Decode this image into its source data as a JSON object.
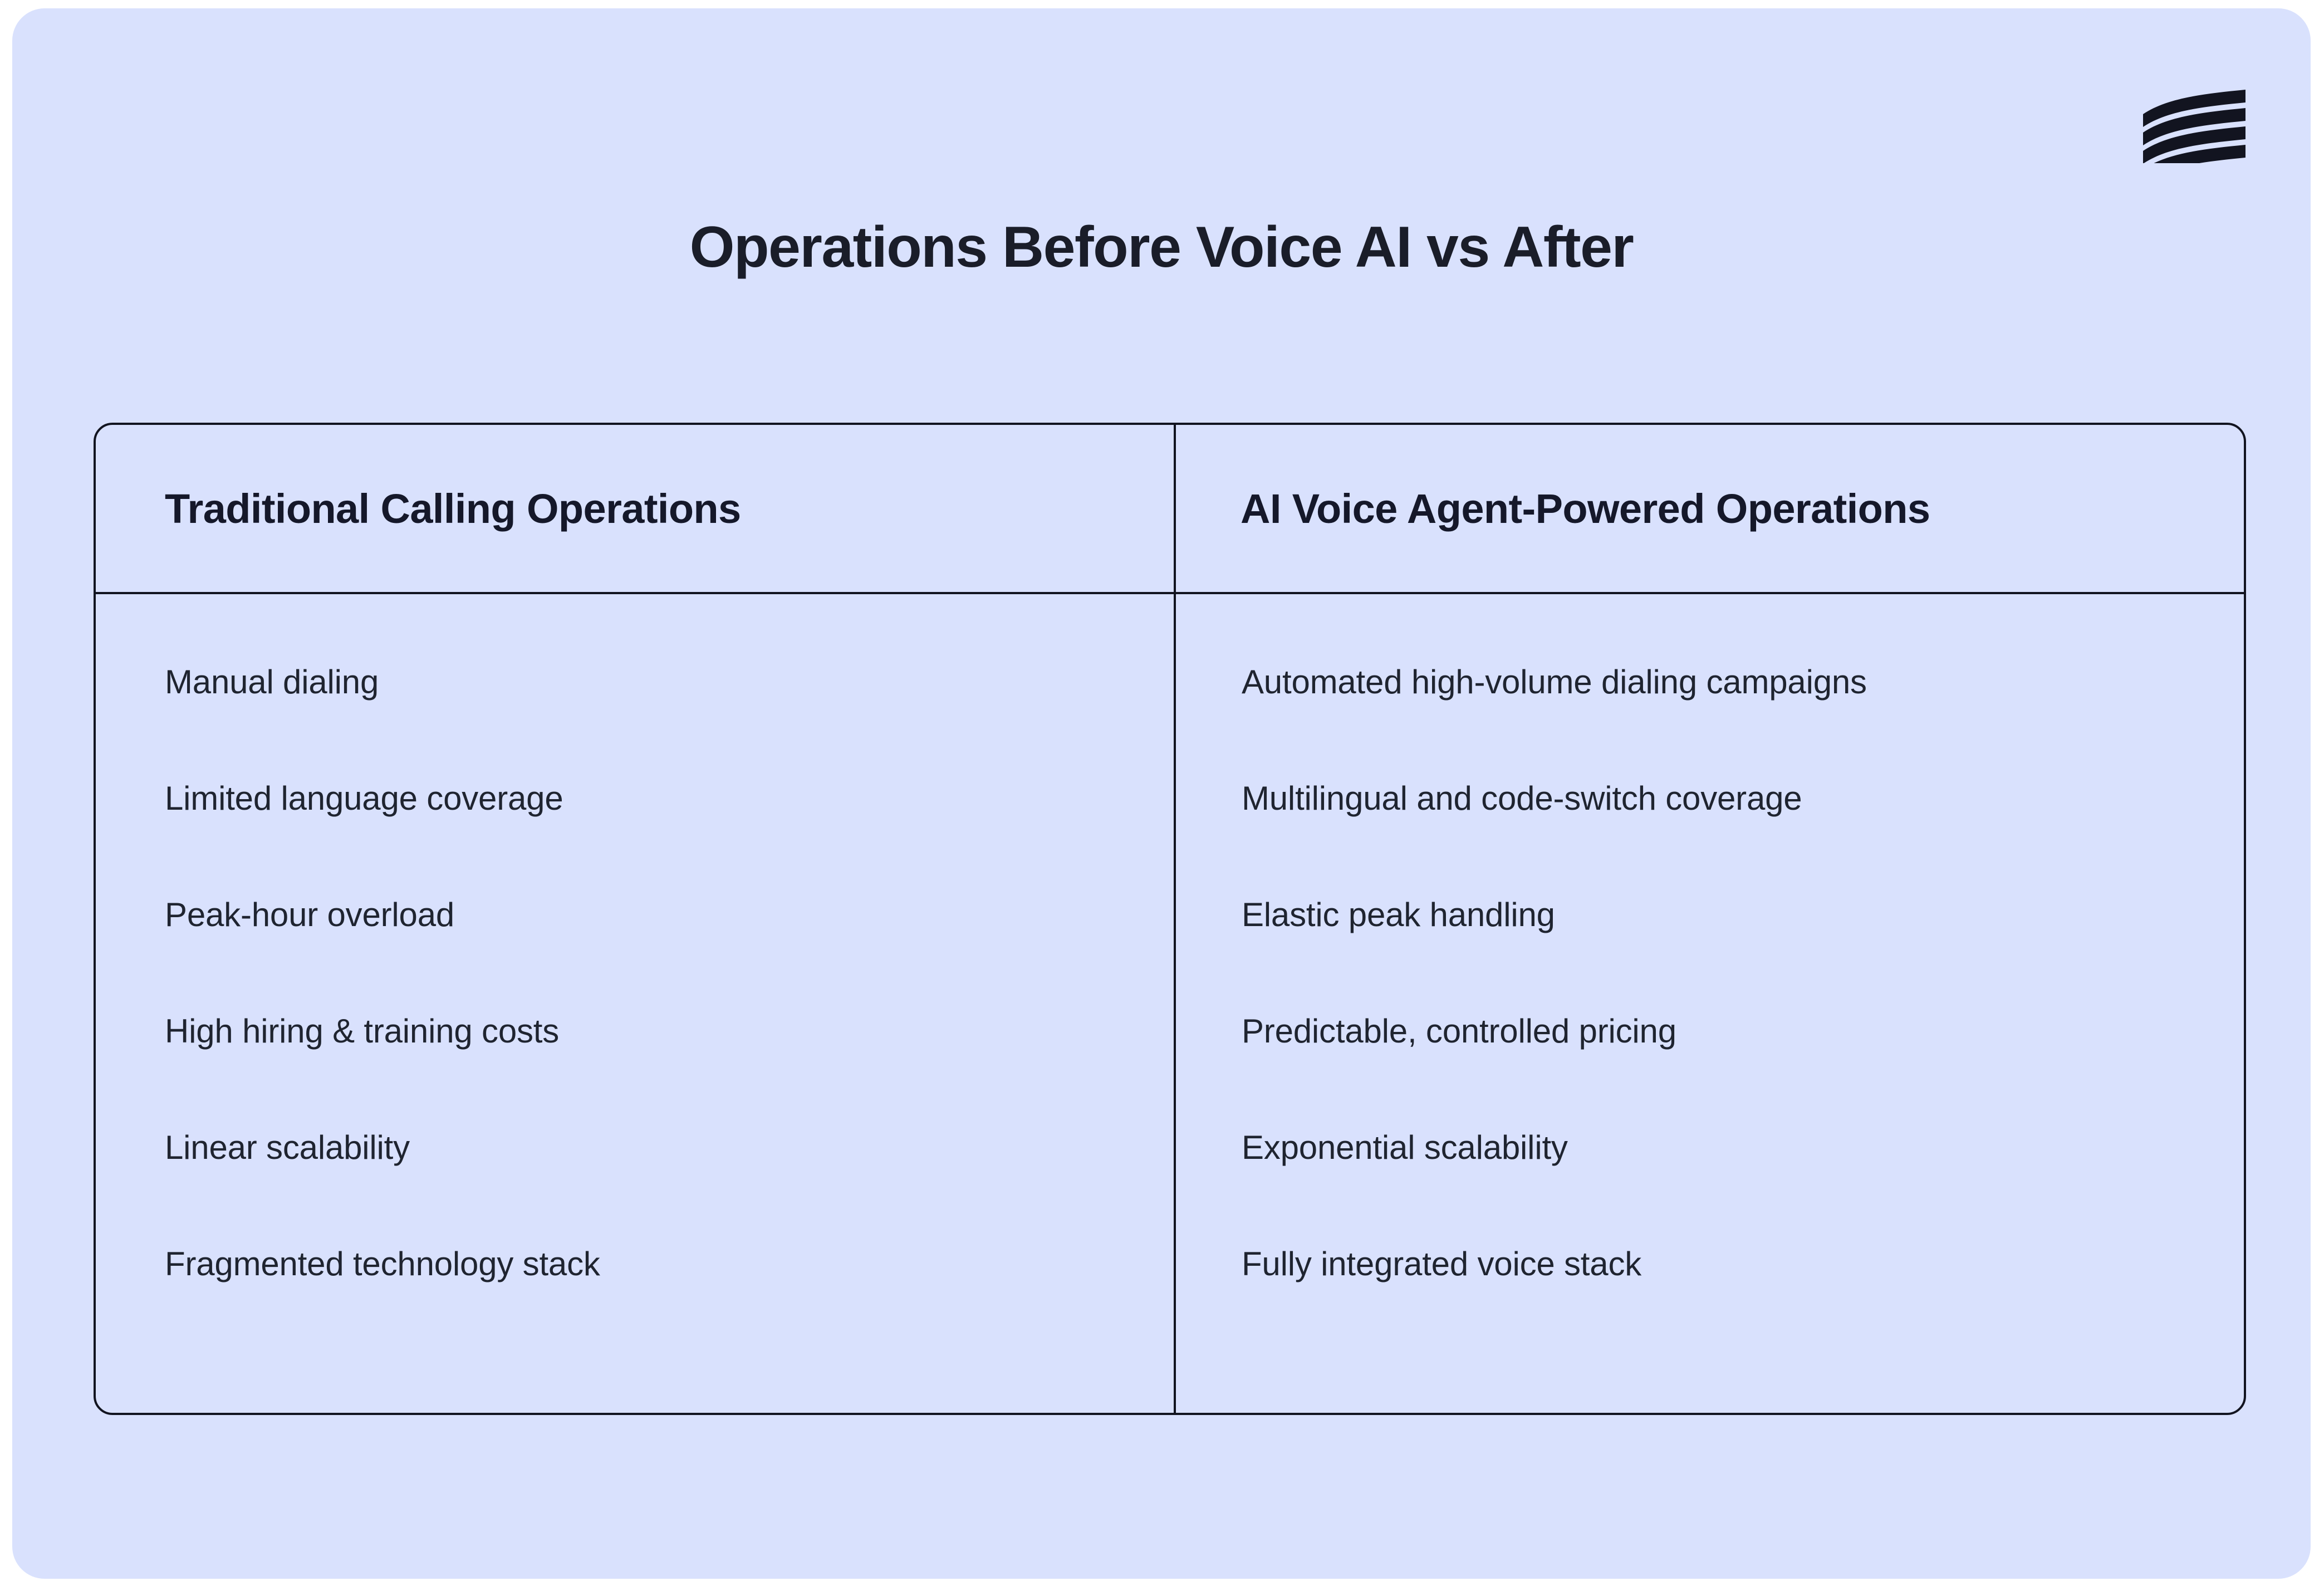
{
  "card": {
    "background_color": "#d9e1fd",
    "title": "Operations Before Voice AI vs After"
  },
  "logo": {
    "name": "wavy-stripes-logo",
    "stripe_count": 4,
    "color": "#121420"
  },
  "table": {
    "columns": [
      {
        "header": "Traditional Calling Operations",
        "rows": [
          "Manual dialing",
          "Limited language coverage",
          "Peak-hour overload",
          "High hiring & training costs",
          "Linear scalability",
          "Fragmented technology stack"
        ]
      },
      {
        "header": "AI Voice Agent-Powered Operations",
        "rows": [
          "Automated high-volume dialing campaigns",
          "Multilingual and code-switch coverage",
          "Elastic peak handling",
          "Predictable, controlled pricing",
          "Exponential scalability",
          "Fully integrated voice stack"
        ]
      }
    ],
    "border_color": "#121420"
  }
}
